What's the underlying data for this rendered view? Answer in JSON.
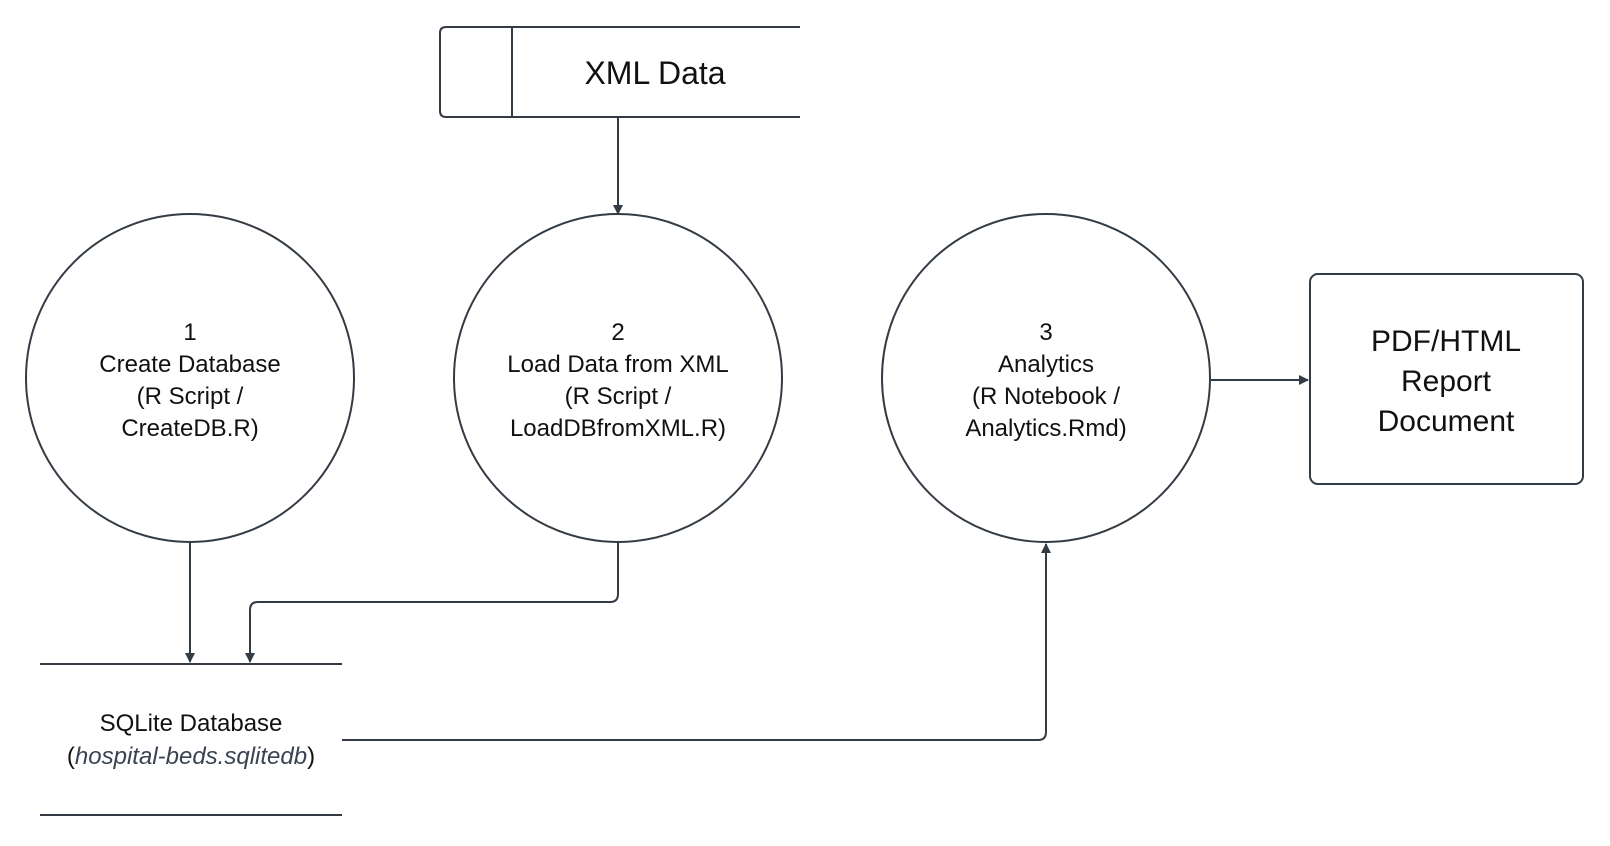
{
  "xml_source": {
    "label": "XML Data"
  },
  "processes": [
    {
      "number": "1",
      "title": "Create Database",
      "detail_line1": "(R Script /",
      "detail_line2": "CreateDB.R)"
    },
    {
      "number": "2",
      "title": "Load Data from XML",
      "detail_line1": "(R Script /",
      "detail_line2": "LoadDBfromXML.R)"
    },
    {
      "number": "3",
      "title": "Analytics",
      "detail_line1": "(R Notebook /",
      "detail_line2": "Analytics.Rmd)"
    }
  ],
  "report": {
    "line1": "PDF/HTML",
    "line2": "Report",
    "line3": "Document"
  },
  "database": {
    "title": "SQLite Database",
    "paren_open": "(",
    "file": "hospital-beds.sqlitedb",
    "paren_close": ")"
  },
  "colors": {
    "stroke": "#333b44",
    "text": "#111111",
    "italic_text": "#3a4350",
    "background": "#ffffff"
  }
}
